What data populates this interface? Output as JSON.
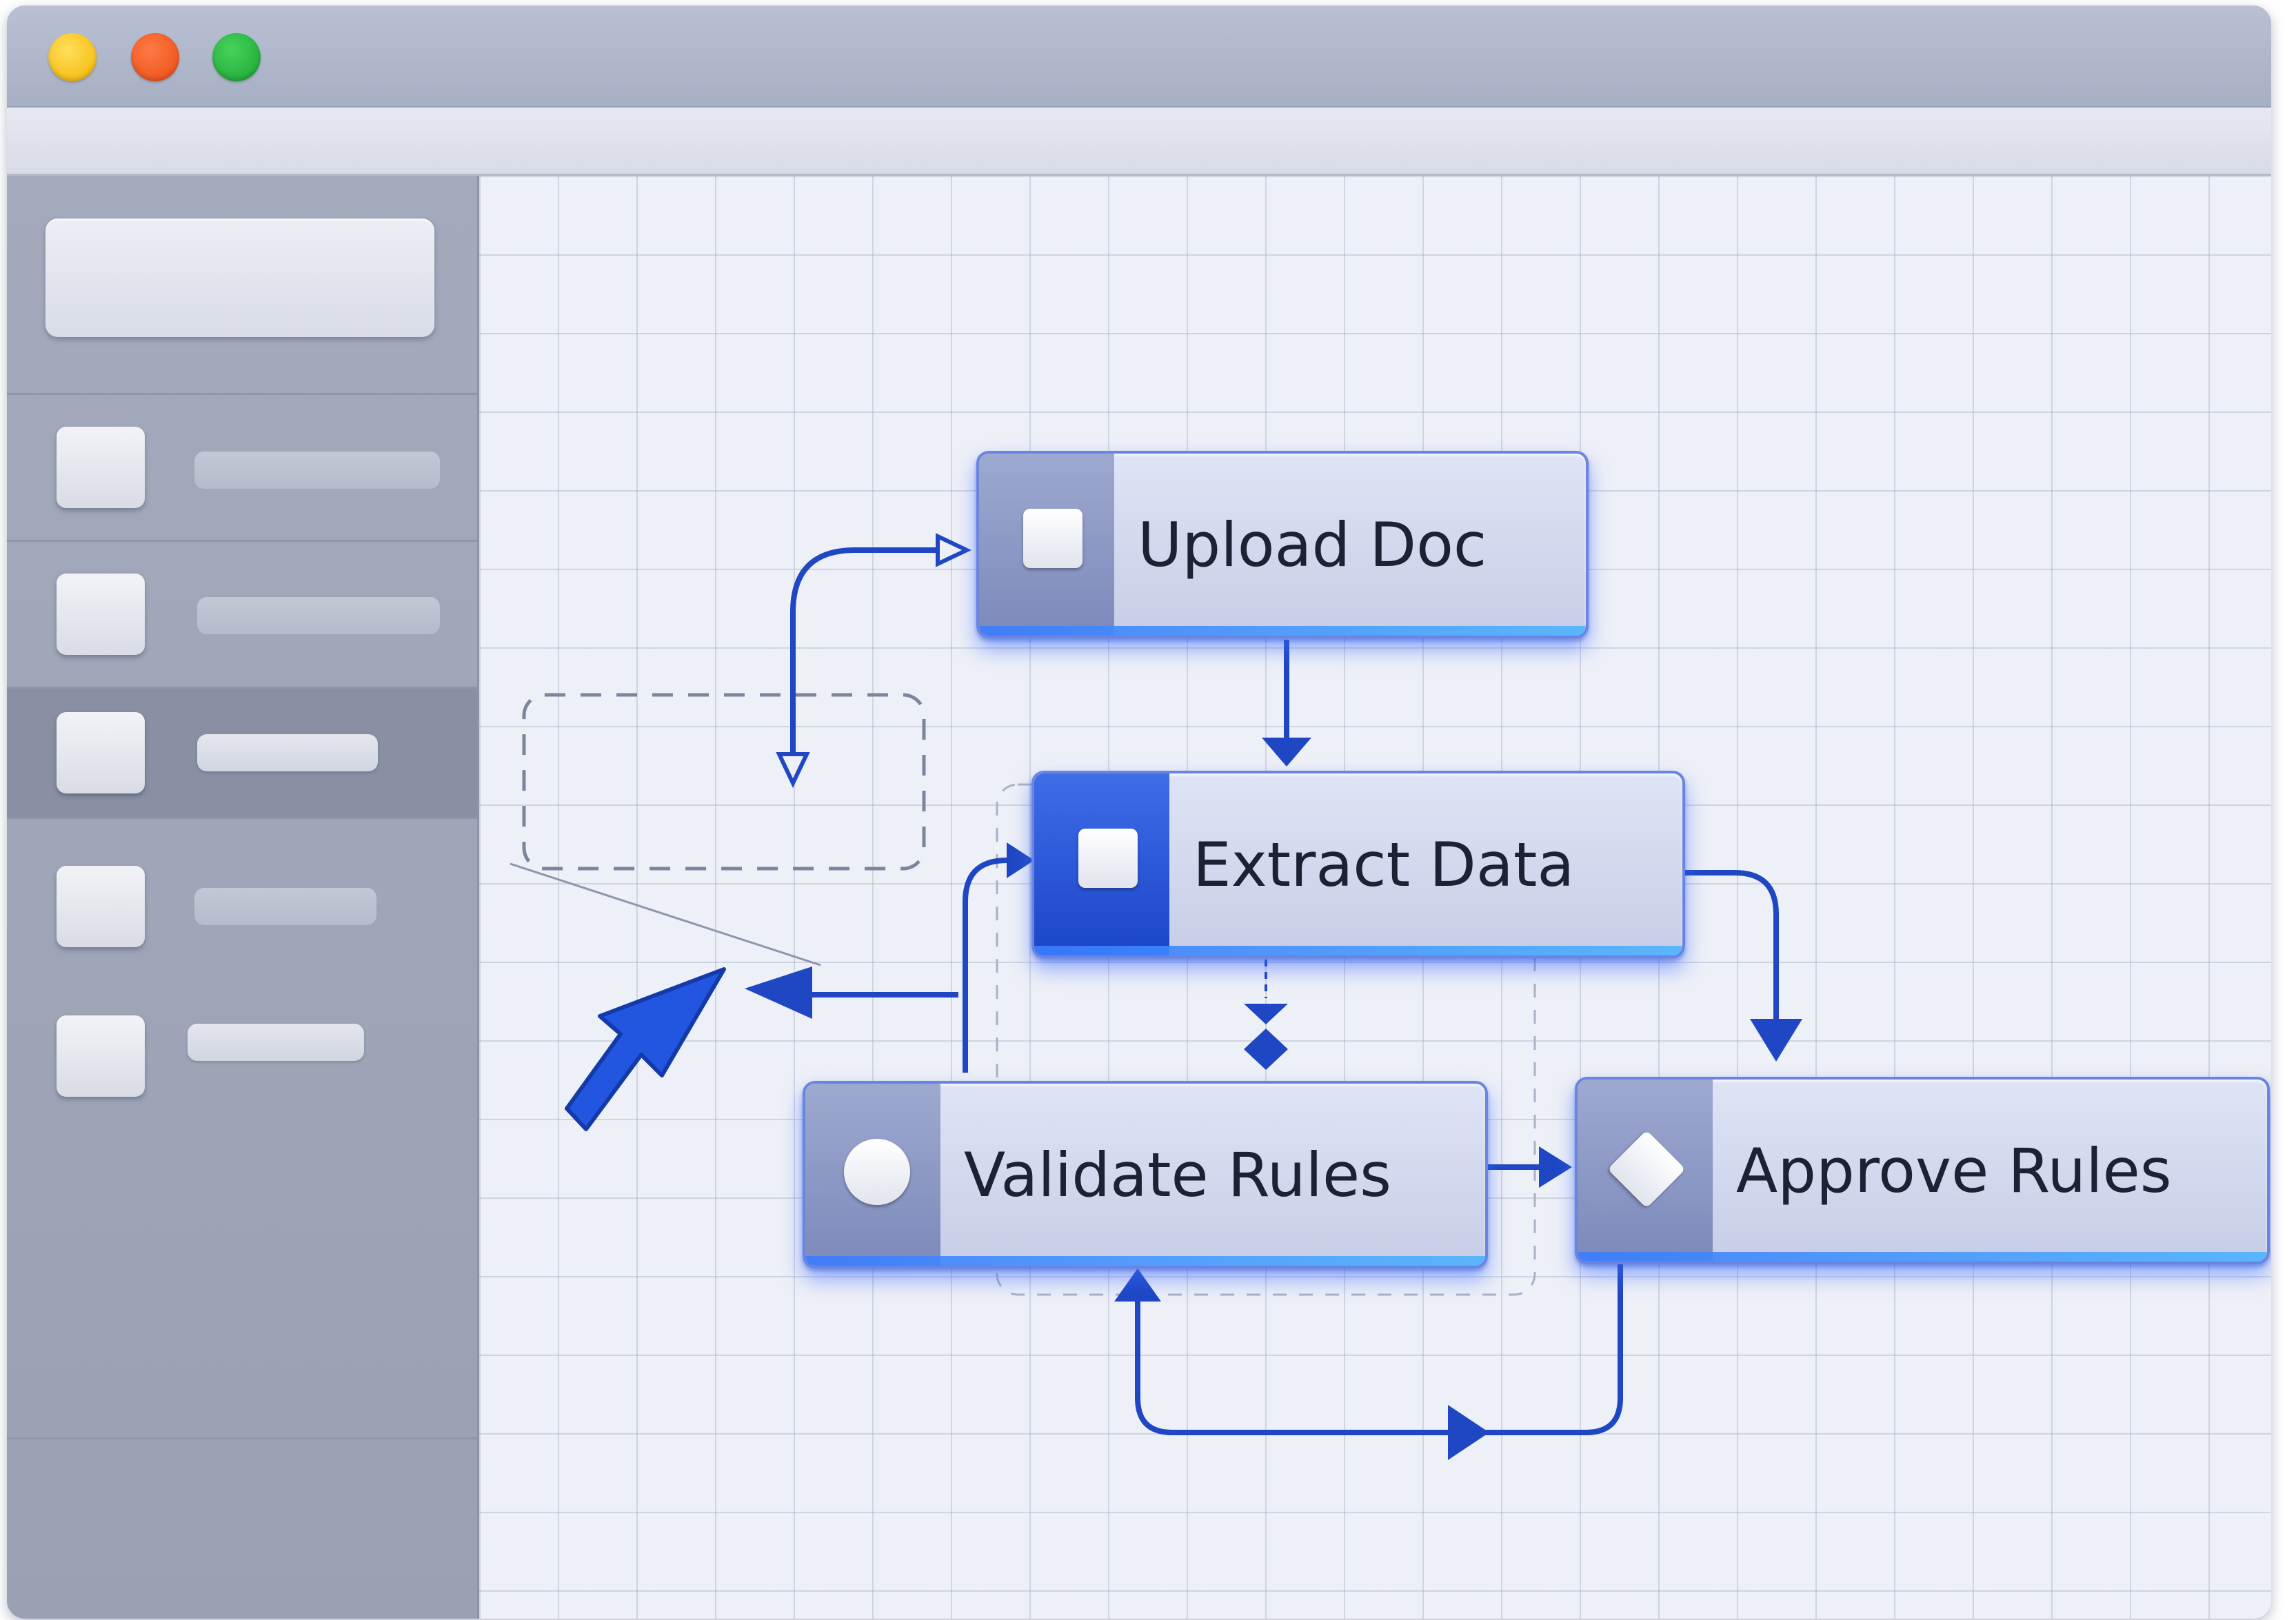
{
  "window": {
    "traffic_lights": [
      "yellow",
      "red",
      "green"
    ]
  },
  "sidebar": {
    "items": [
      {
        "icon": "item-icon",
        "active": false
      },
      {
        "icon": "item-icon",
        "active": false
      },
      {
        "icon": "item-icon",
        "active": true
      },
      {
        "icon": "item-icon",
        "active": false
      },
      {
        "icon": "item-icon",
        "active": false
      }
    ]
  },
  "canvas": {
    "nodes": [
      {
        "label": "Upload Doc",
        "icon": "square-icon"
      },
      {
        "label": "Extract Data",
        "icon": "square-icon"
      },
      {
        "label": "Validate Rules",
        "icon": "circle-icon"
      },
      {
        "label": "Approve Rules",
        "icon": "diamond-icon"
      }
    ]
  },
  "colors": {
    "accent": "#2a55d8",
    "connector": "#1f47c4",
    "glow": "#4fa8ff"
  }
}
